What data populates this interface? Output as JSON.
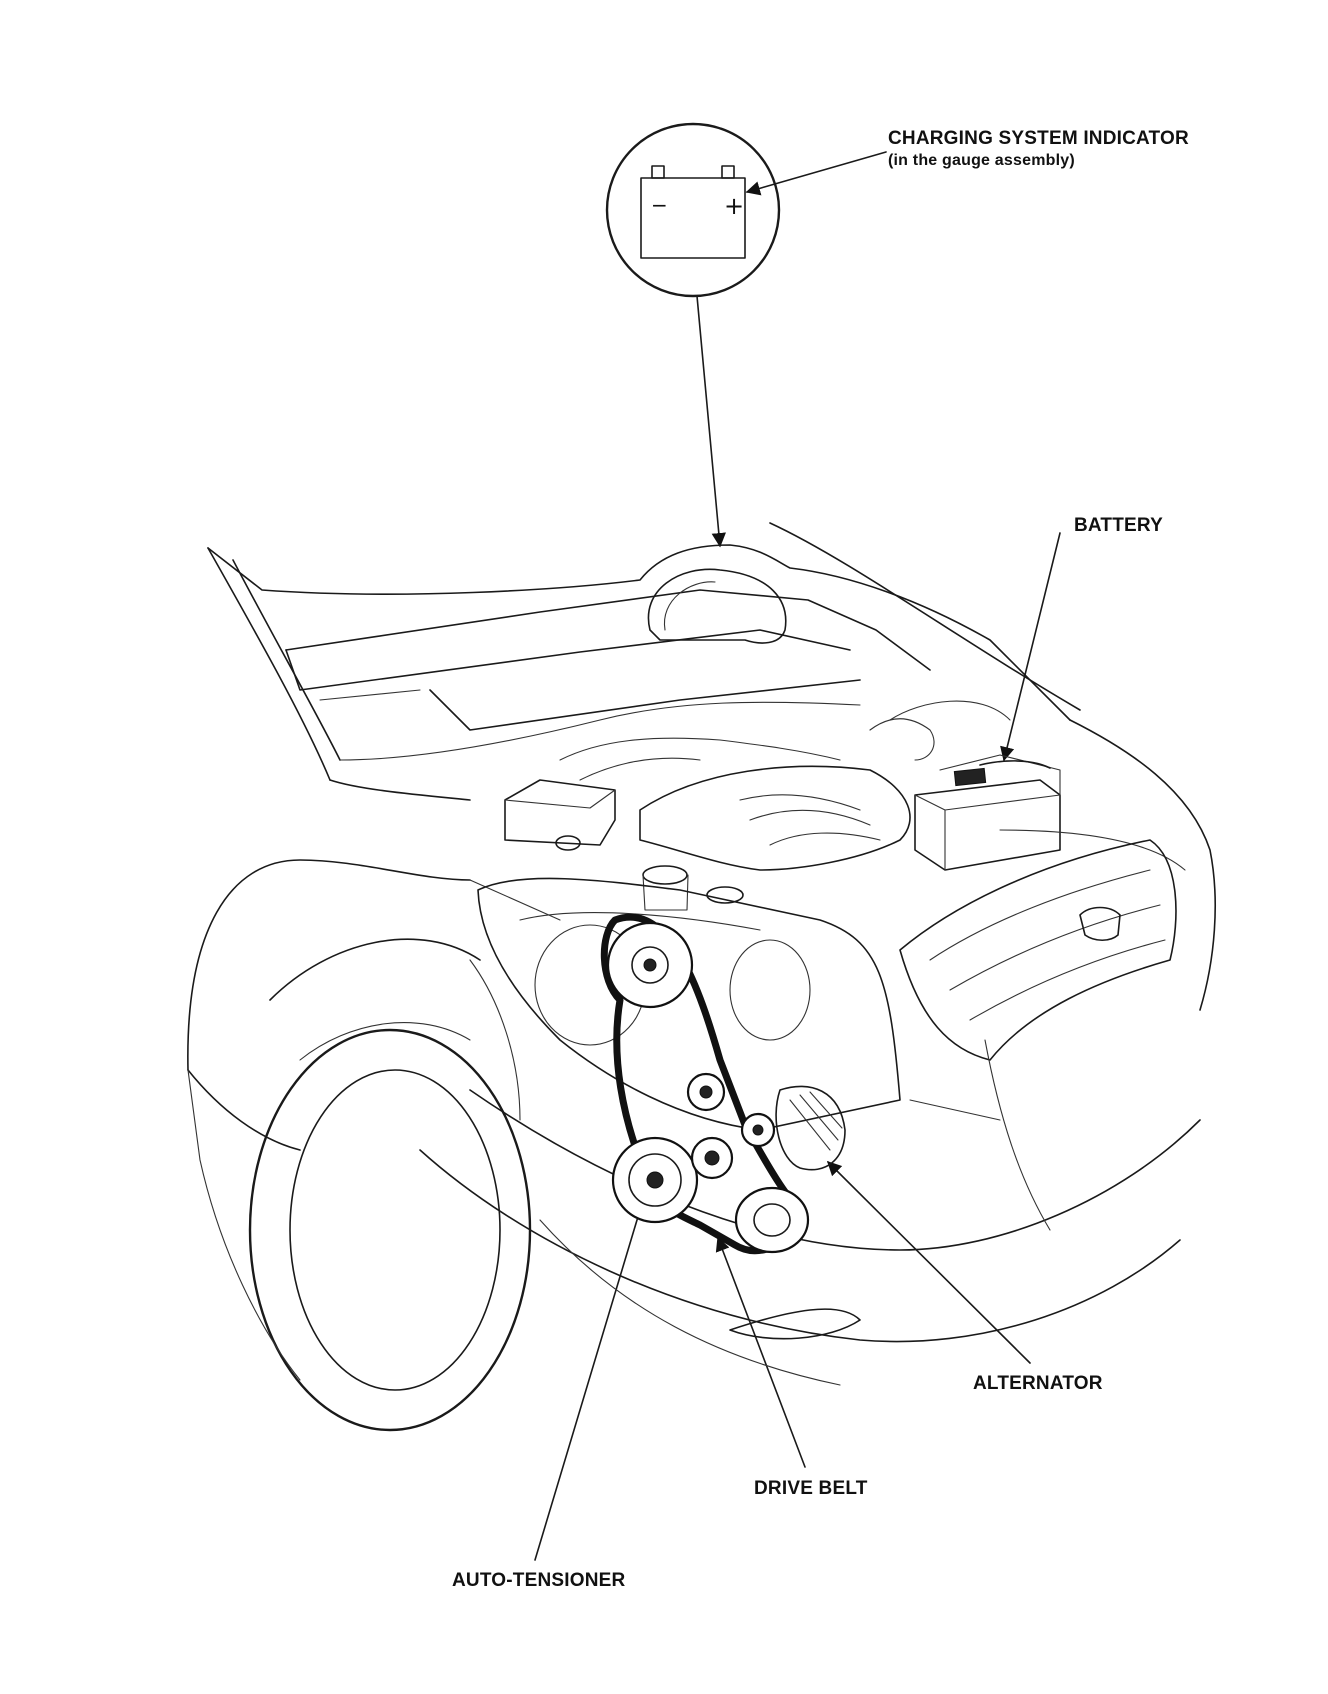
{
  "diagram": {
    "labels": {
      "charging_indicator": "CHARGING SYSTEM INDICATOR",
      "charging_indicator_note": "(in the gauge assembly)",
      "battery": "BATTERY",
      "alternator": "ALTERNATOR",
      "drive_belt": "DRIVE BELT",
      "auto_tensioner": "AUTO-TENSIONER"
    },
    "indicator_symbols": {
      "minus": "−",
      "plus": "+"
    }
  }
}
